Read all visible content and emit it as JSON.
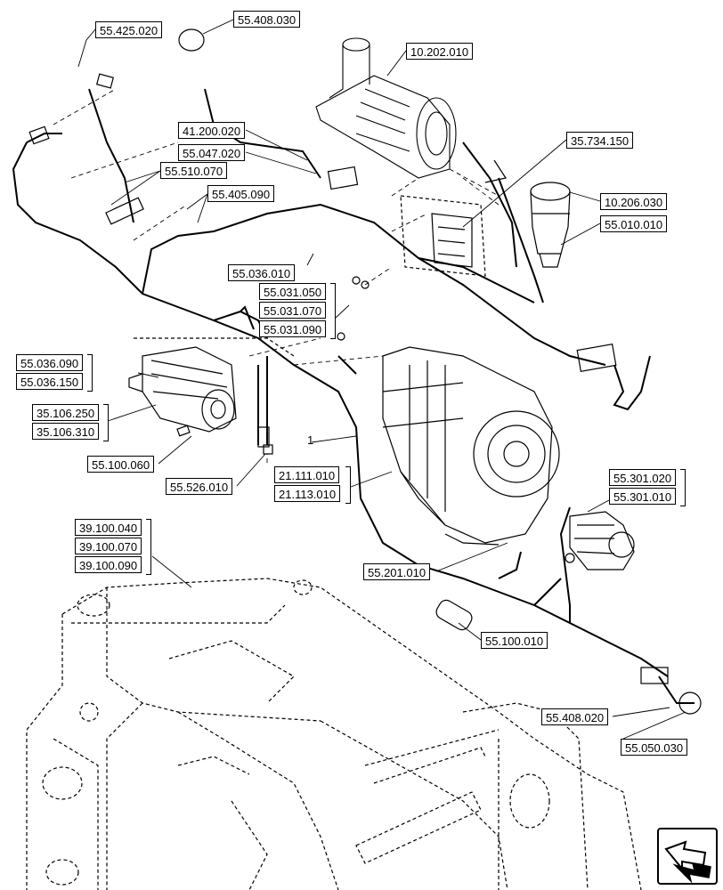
{
  "callouts": {
    "c_55_425_020": "55.425.020",
    "c_55_408_030": "55.408.030",
    "c_10_202_010": "10.202.010",
    "c_41_200_020": "41.200.020",
    "c_55_047_020": "55.047.020",
    "c_55_510_070": "55.510.070",
    "c_55_405_090": "55.405.090",
    "c_35_734_150": "35.734.150",
    "c_10_206_030": "10.206.030",
    "c_55_010_010": "55.010.010",
    "c_55_036_010": "55.036.010",
    "c_55_031_050": "55.031.050",
    "c_55_031_070": "55.031.070",
    "c_55_031_090": "55.031.090",
    "c_55_036_090": "55.036.090",
    "c_55_036_150": "55.036.150",
    "c_35_106_250": "35.106.250",
    "c_35_106_310": "35.106.310",
    "c_55_100_060": "55.100.060",
    "c_55_526_010": "55.526.010",
    "c_21_111_010": "21.111.010",
    "c_21_113_010": "21.113.010",
    "c_55_301_020": "55.301.020",
    "c_55_301_010": "55.301.010",
    "c_39_100_040": "39.100.040",
    "c_39_100_070": "39.100.070",
    "c_39_100_090": "39.100.090",
    "c_55_201_010": "55.201.010",
    "c_55_100_010": "55.100.010",
    "c_55_408_020": "55.408.020",
    "c_55_050_030": "55.050.030"
  },
  "item_label": "1",
  "icons": {
    "nav": "next-page-arrow-icon"
  }
}
